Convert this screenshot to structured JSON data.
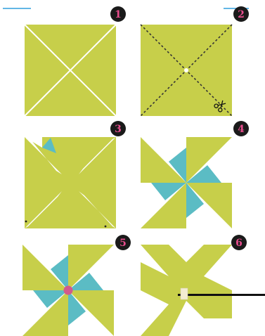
{
  "steps": [
    {
      "number": "1"
    },
    {
      "number": "2"
    },
    {
      "number": "3"
    },
    {
      "number": "4"
    },
    {
      "number": "5"
    },
    {
      "number": "6"
    }
  ],
  "colors": {
    "paper_green": "#c7cf4a",
    "blue": "#5bbcc4",
    "pin_pink": "#d25a8c",
    "badge": "#1a1a1a",
    "accent_line": "#63b6e6",
    "stick": "#111111"
  },
  "icons": {
    "scissors": "scissors-icon"
  }
}
